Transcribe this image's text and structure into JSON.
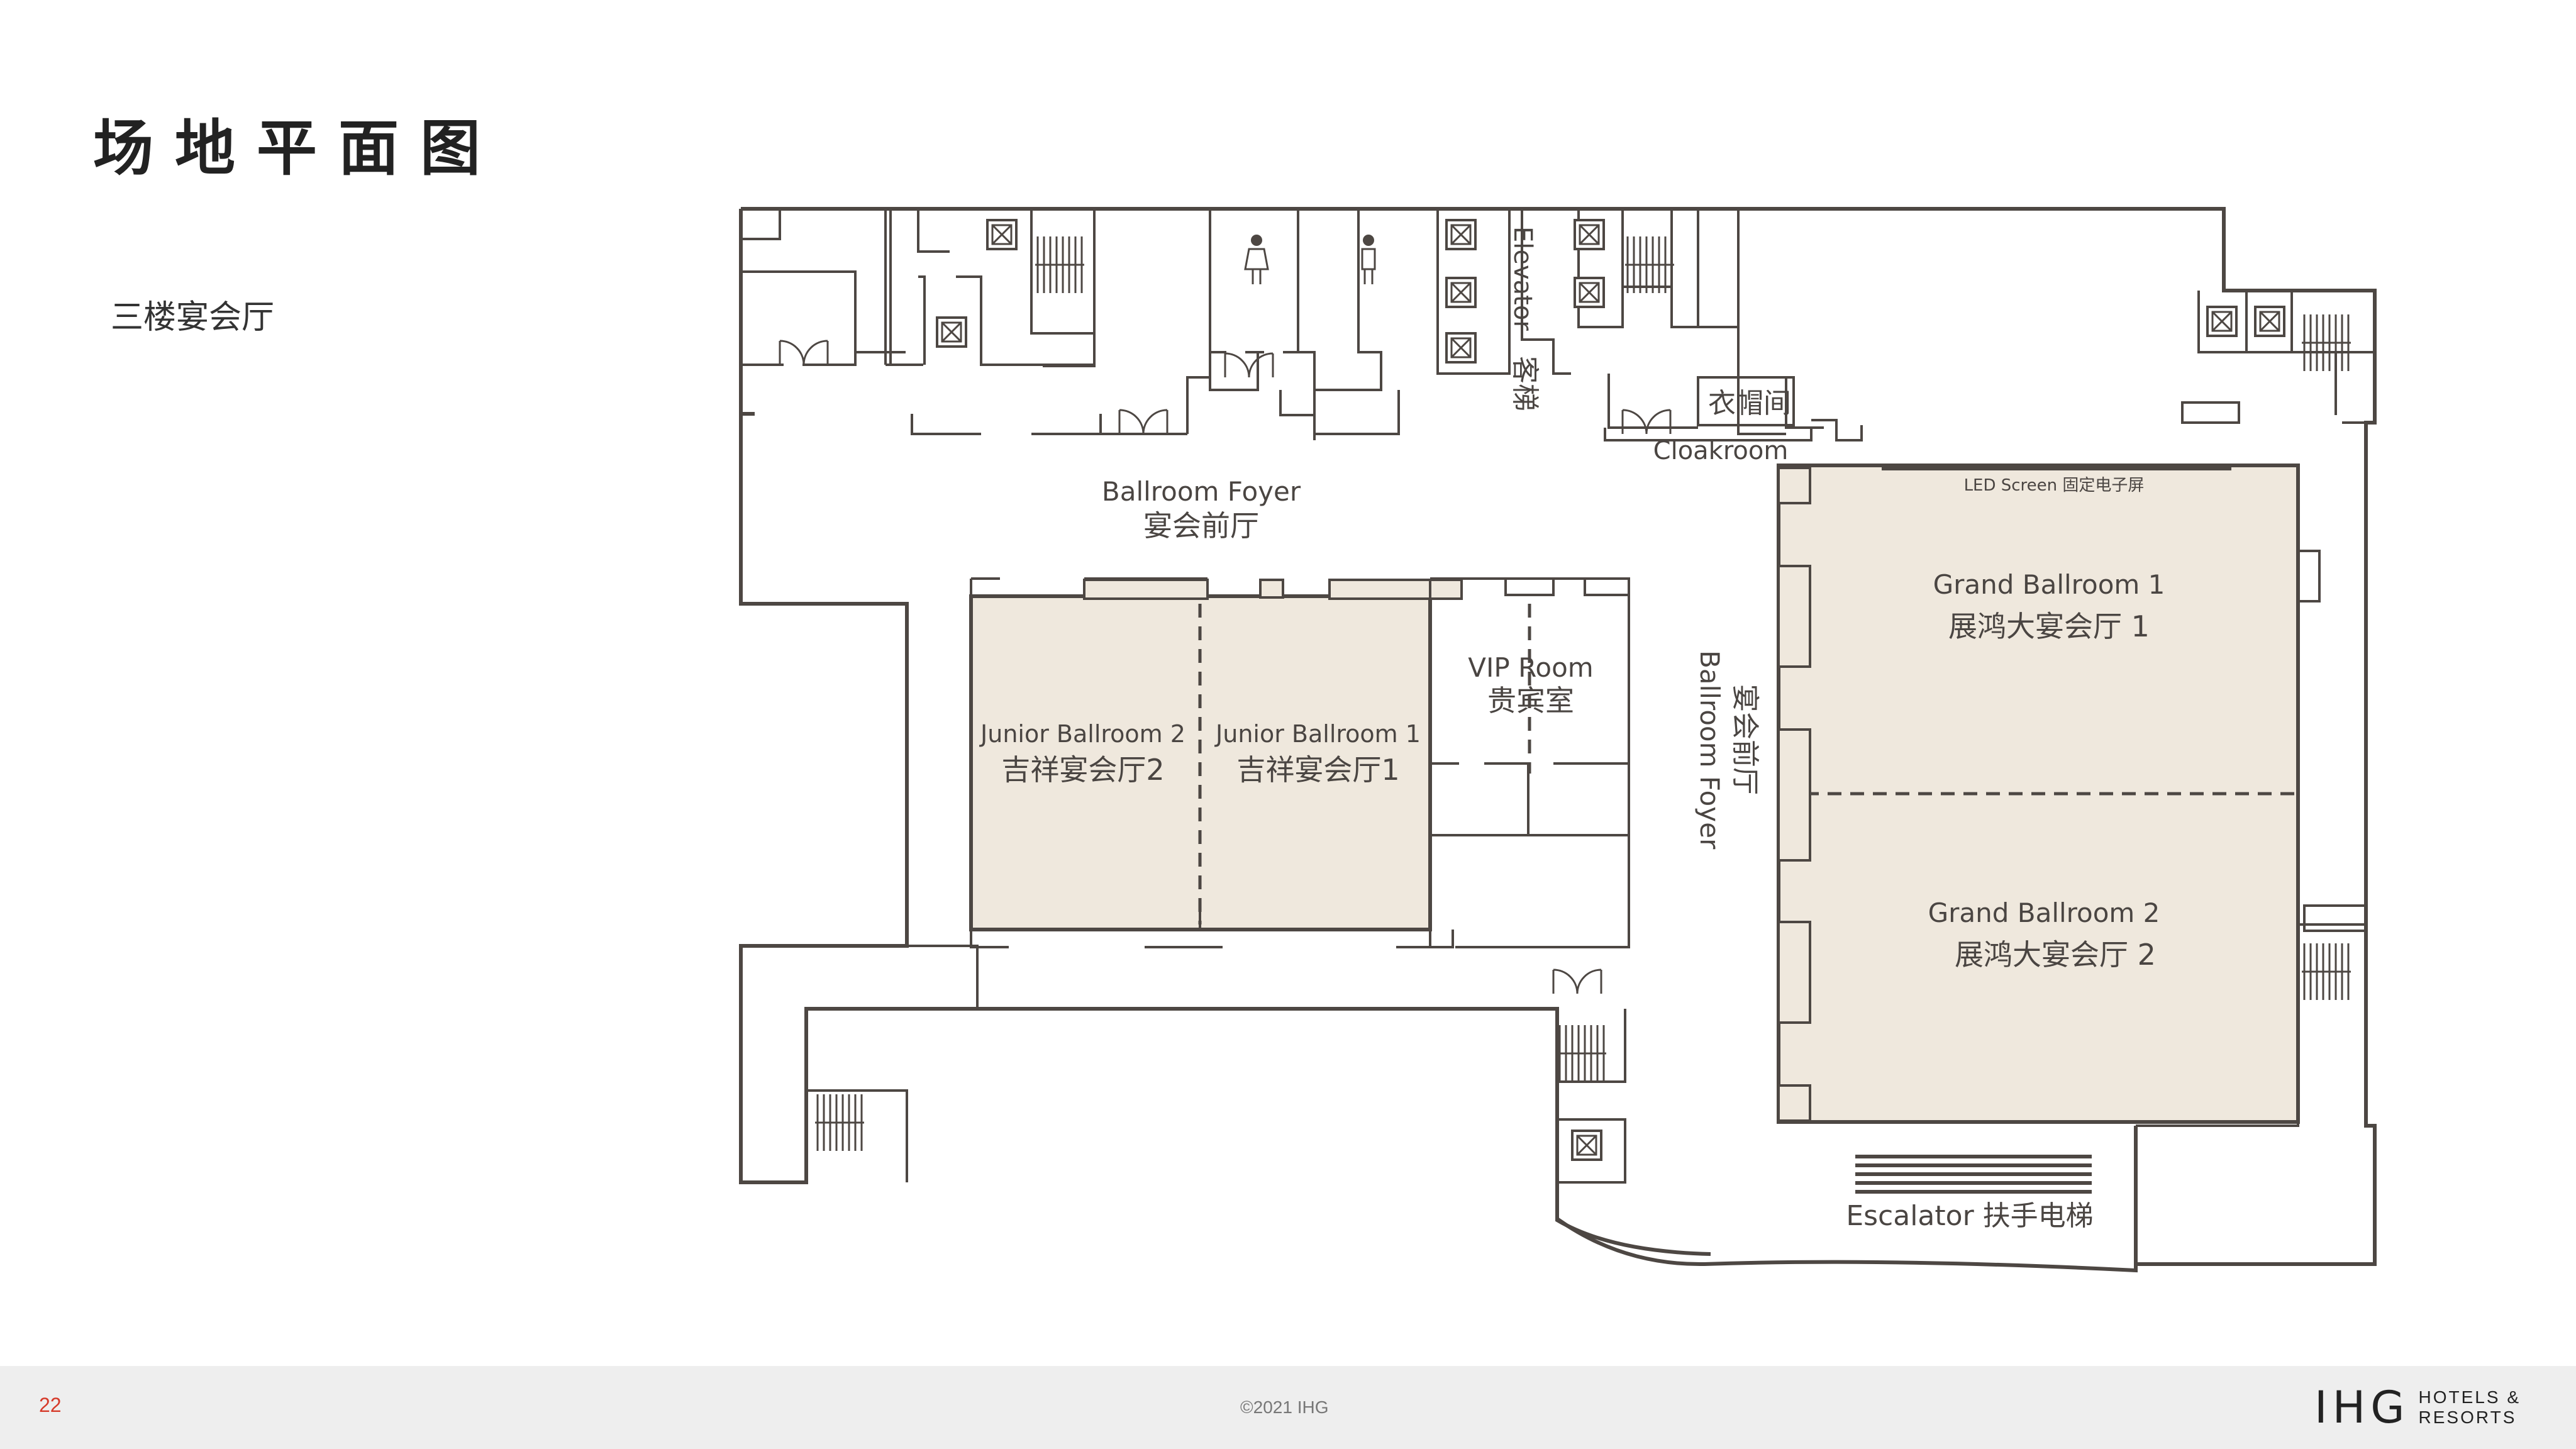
{
  "page": {
    "title": "场地平面图",
    "subtitle": "三楼宴会厅"
  },
  "floorplan": {
    "rooms": {
      "junior2_en": "Junior Ballroom 2",
      "junior2_cn": "吉祥宴会厅2",
      "junior1_en": "Junior Ballroom 1",
      "junior1_cn": "吉祥宴会厅1",
      "grand1_en": "Grand Ballroom 1",
      "grand1_cn": "展鸿大宴会厅 1",
      "grand2_en": "Grand Ballroom 2",
      "grand2_cn": "展鸿大宴会厅 2",
      "vip_en": "VIP Room",
      "vip_cn": "贵宾室"
    },
    "labels": {
      "foyer_en": "Ballroom Foyer",
      "foyer_cn": "宴会前厅",
      "foyer_side_en": "Ballroom Foyer",
      "foyer_side_cn": "宴会前厅",
      "elevator_en": "Elevator",
      "elevator_cn": "客梯",
      "cloakroom_cn": "衣帽间",
      "cloakroom_en": "Cloakroom",
      "led_screen": "LED Screen 固定电子屏",
      "escalator": "Escalator 扶手电梯"
    },
    "colors": {
      "wall": "#4d4743",
      "room_fill": "#efe8dd",
      "text": "#4a4542"
    }
  },
  "footer": {
    "page_number": "22",
    "copyright": "©2021 IHG",
    "logo_mark": "IHG",
    "logo_line1": "HOTELS &",
    "logo_line2": "RESORTS"
  }
}
